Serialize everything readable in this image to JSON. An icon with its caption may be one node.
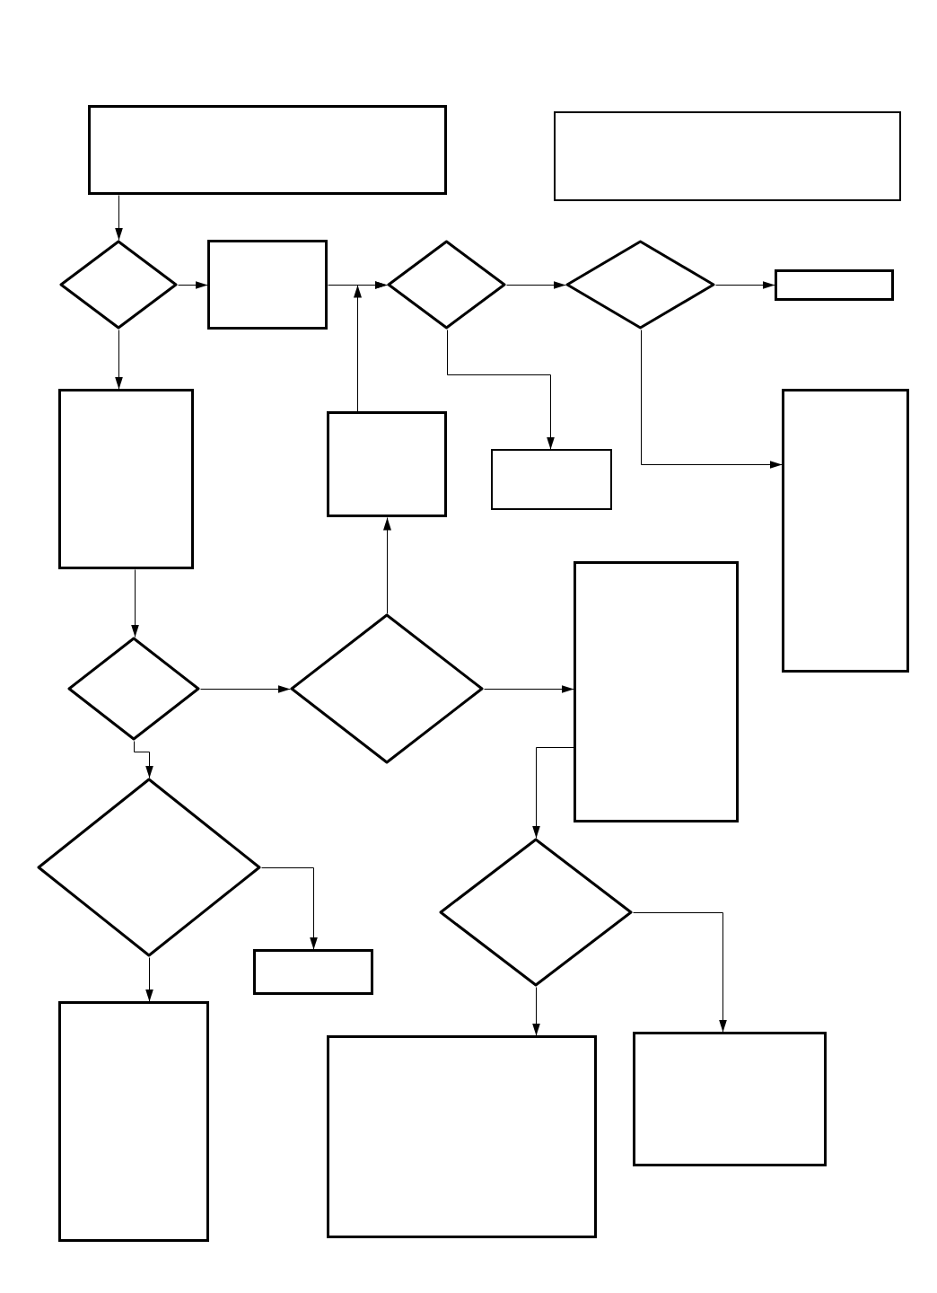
{
  "diagram": {
    "nodes": [
      {
        "text": [],
        "shape": "box"
      },
      {
        "text": [],
        "shape": "box"
      },
      {
        "text": [],
        "shape": "diamond"
      },
      {
        "text": [],
        "shape": "box"
      },
      {
        "text": [],
        "shape": "diamond"
      },
      {
        "text": [],
        "shape": "diamond"
      },
      {
        "text": [],
        "shape": "box"
      },
      {
        "text": [],
        "shape": "box"
      },
      {
        "text": [],
        "shape": "box"
      },
      {
        "text": [],
        "shape": "box"
      },
      {
        "text": [],
        "shape": "box"
      },
      {
        "text": [],
        "shape": "diamond"
      },
      {
        "text": [],
        "shape": "diamond"
      },
      {
        "text": [],
        "shape": "box"
      },
      {
        "text": [],
        "shape": "diamond"
      },
      {
        "text": [],
        "shape": "box"
      },
      {
        "text": [],
        "shape": "diamond"
      },
      {
        "text": [],
        "shape": "box"
      },
      {
        "text": [],
        "shape": "box"
      },
      {
        "text": [],
        "shape": "box"
      }
    ],
    "edges": [
      {
        "from": 0,
        "to": 2,
        "arrow": "to"
      },
      {
        "from": 2,
        "to": 3,
        "arrow": "to"
      },
      {
        "from": 2,
        "to": 7,
        "arrow": "to"
      },
      {
        "from": 3,
        "to": 4,
        "arrow": "to"
      },
      {
        "from": 8,
        "to": 4,
        "arrow": "to"
      },
      {
        "from": 4,
        "to": 5,
        "arrow": "to"
      },
      {
        "from": 4,
        "to": 9,
        "arrow": "to"
      },
      {
        "from": 5,
        "to": 6,
        "arrow": "to"
      },
      {
        "from": 5,
        "to": 10,
        "arrow": "to"
      },
      {
        "from": 7,
        "to": 11,
        "arrow": "to"
      },
      {
        "from": 11,
        "to": 12,
        "arrow": "to"
      },
      {
        "from": 12,
        "to": 8,
        "arrow": "to"
      },
      {
        "from": 12,
        "to": 13,
        "arrow": "to"
      },
      {
        "from": 11,
        "to": 14,
        "arrow": "to"
      },
      {
        "from": 13,
        "to": 16,
        "arrow": "to"
      },
      {
        "from": 14,
        "to": 15,
        "arrow": "to"
      },
      {
        "from": 14,
        "to": 17,
        "arrow": "to"
      },
      {
        "from": 16,
        "to": 18,
        "arrow": "to"
      },
      {
        "from": 16,
        "to": 19,
        "arrow": "to"
      }
    ]
  }
}
